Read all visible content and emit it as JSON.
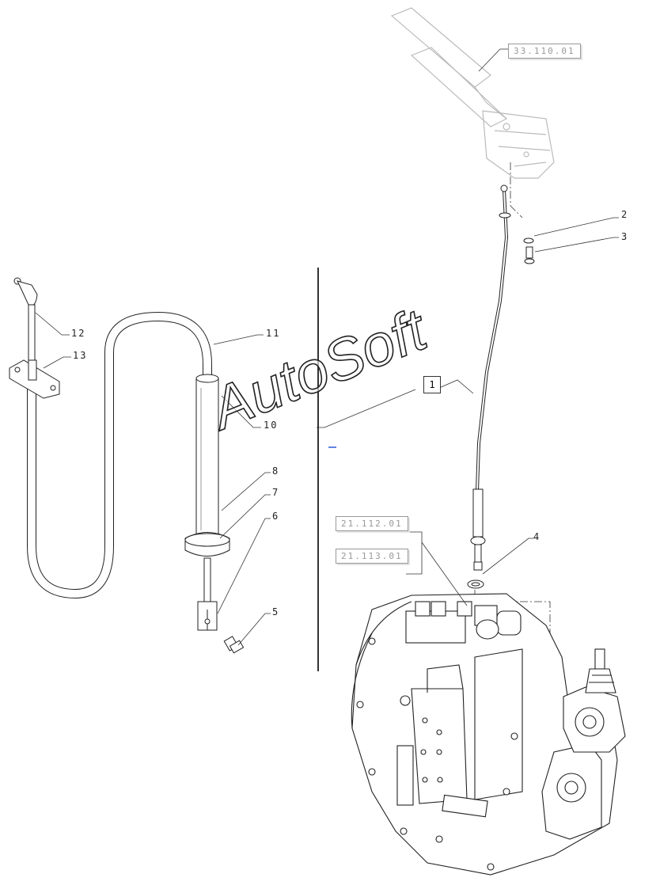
{
  "references": {
    "top": "33.110.01",
    "left_upper": "21.112.01",
    "left_lower": "21.113.01"
  },
  "callouts": {
    "c1": "1",
    "c2": "2",
    "c3": "3",
    "c4": "4",
    "c5": "5",
    "c6": "6",
    "c7": "7",
    "c8": "8",
    "c10": "10",
    "c11": "11",
    "c12": "12",
    "c13": "13"
  },
  "watermark": "AutoSoft"
}
